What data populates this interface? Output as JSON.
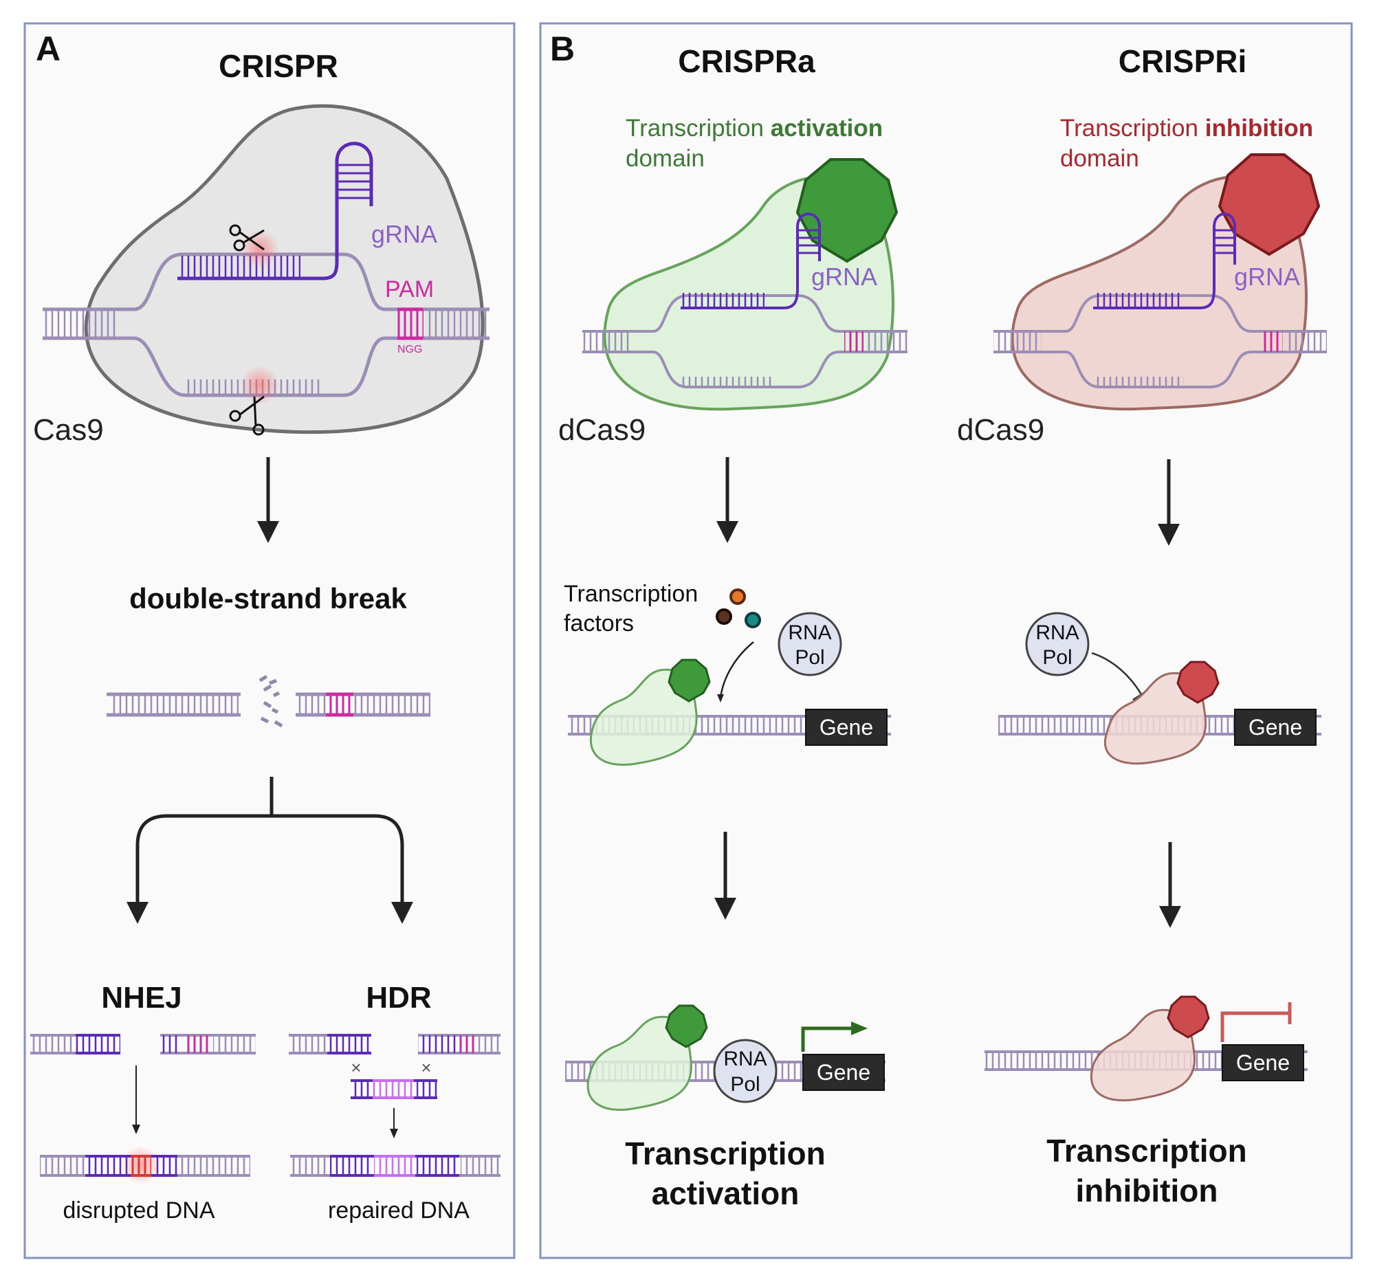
{
  "panel_a": {
    "letter": "A",
    "title": "CRISPR",
    "grna_label": "gRNA",
    "pam_label": "PAM",
    "ngg_label": "NGG",
    "cas_label": "Cas9",
    "dsb_label": "double-strand break",
    "nhej_label": "NHEJ",
    "hdr_label": "HDR",
    "disrupted_label": "disrupted DNA",
    "repaired_label": "repaired DNA"
  },
  "panel_b": {
    "letter": "B",
    "crispra": {
      "title": "CRISPRa",
      "domain_prefix": "Transcription",
      "domain_bold": "activation",
      "domain_line2": "domain",
      "grna_label": "gRNA",
      "cas_label": "dCas9",
      "tf_line1": "Transcription",
      "tf_line2": "factors",
      "pol_line1": "RNA",
      "pol_line2": "Pol",
      "gene_label": "Gene",
      "result_line1": "Transcription",
      "result_line2": "activation"
    },
    "crispri": {
      "title": "CRISPRi",
      "domain_prefix": "Transcription",
      "domain_bold": "inhibition",
      "domain_line2": "domain",
      "grna_label": "gRNA",
      "cas_label": "dCas9",
      "pol_line1": "RNA",
      "pol_line2": "Pol",
      "gene_label": "Gene",
      "result_line1": "Transcription",
      "result_line2": "inhibition"
    }
  },
  "colors": {
    "dna": "#9b8db5",
    "grna": "#5b2bb5",
    "pam": "#cc2aa0",
    "cas9_fill": "#e6e6e6",
    "dcas9a_fill": "#dff2db",
    "dcas9i_fill": "#f0d6d3",
    "activation": "#2e7d32",
    "inhibition": "#b2282e",
    "gene_box": "#2b2b2b"
  }
}
